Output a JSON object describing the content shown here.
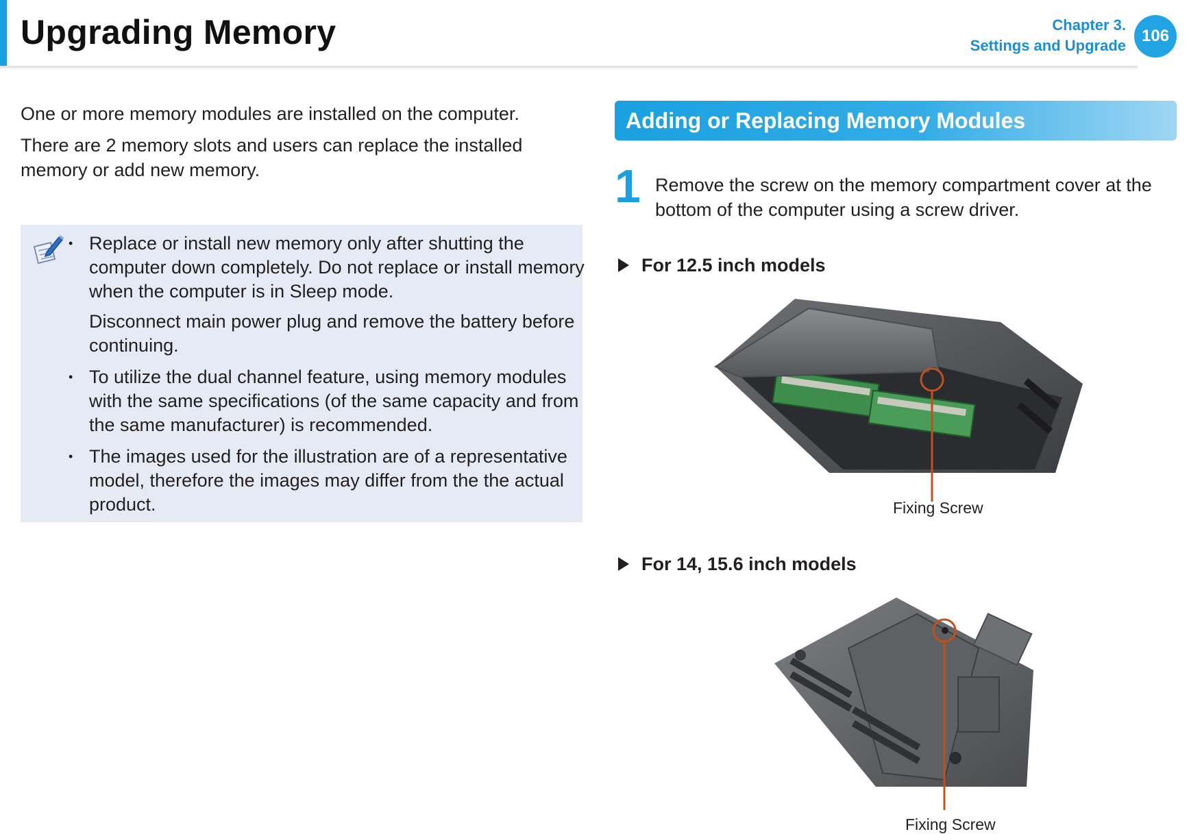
{
  "header": {
    "title": "Upgrading Memory",
    "chapter_line1": "Chapter 3.",
    "chapter_line2": "Settings and Upgrade",
    "page_number": "106",
    "accent_color": "#1aa0e0"
  },
  "intro": {
    "p1": "One or more memory modules are installed on the computer.",
    "p2": "There are 2 memory slots and users can replace the installed memory or add new memory."
  },
  "note": {
    "icon": "note-pencil-icon",
    "bullet": "•",
    "items": [
      {
        "text": "Replace or install new memory only after shutting the computer down completely. Do not replace or install memory when the computer is in Sleep mode.",
        "extra": "Disconnect main power plug and remove the battery before continuing."
      },
      {
        "text": "To utilize the dual channel feature, using memory modules with the same specifications (of the same capacity and from the same manufacturer) is recommended."
      },
      {
        "text": "The images used for the illustration are of a representative model, therefore the images may differ from the the actual product."
      }
    ]
  },
  "section": {
    "title": "Adding or Replacing Memory Modules"
  },
  "step1": {
    "number": "1",
    "text": "Remove the screw on the memory compartment cover at the bottom of the computer using a screw driver."
  },
  "models": [
    {
      "label": "For 12.5 inch models",
      "caption": "Fixing Screw"
    },
    {
      "label": "For 14, 15.6 inch models",
      "caption": "Fixing Screw"
    }
  ]
}
